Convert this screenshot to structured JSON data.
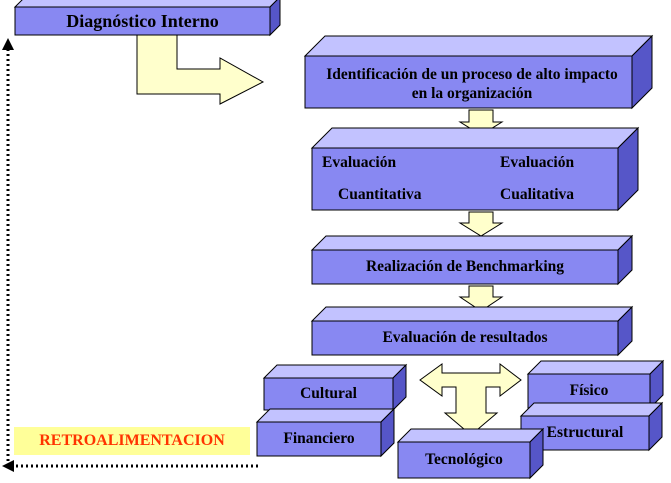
{
  "colors": {
    "box_front": "#8888f2",
    "box_top": "#c2c2ff",
    "box_side": "#5656c8",
    "box_outline": "#000000",
    "arrow_fill": "#ffffcc",
    "arrow_outline": "#000000",
    "feedback_bg": "#ffff99",
    "feedback_text": "#ff3300"
  },
  "boxes": {
    "diagnostico": "Diagnóstico Interno",
    "identificacion": "Identificación de un proceso de alto impacto en la organización",
    "eval_cuant_1": "Evaluación",
    "eval_cuant_2": "Cuantitativa",
    "eval_cual_1": "Evaluación",
    "eval_cual_2": "Cualitativa",
    "benchmarking": "Realización de Benchmarking",
    "resultados": "Evaluación de resultados",
    "cultural": "Cultural",
    "financiero": "Financiero",
    "fisico": "Físico",
    "estructural": "Estructural",
    "tecnologico": "Tecnológico"
  },
  "feedback_label": "RETROALIMENTACION"
}
